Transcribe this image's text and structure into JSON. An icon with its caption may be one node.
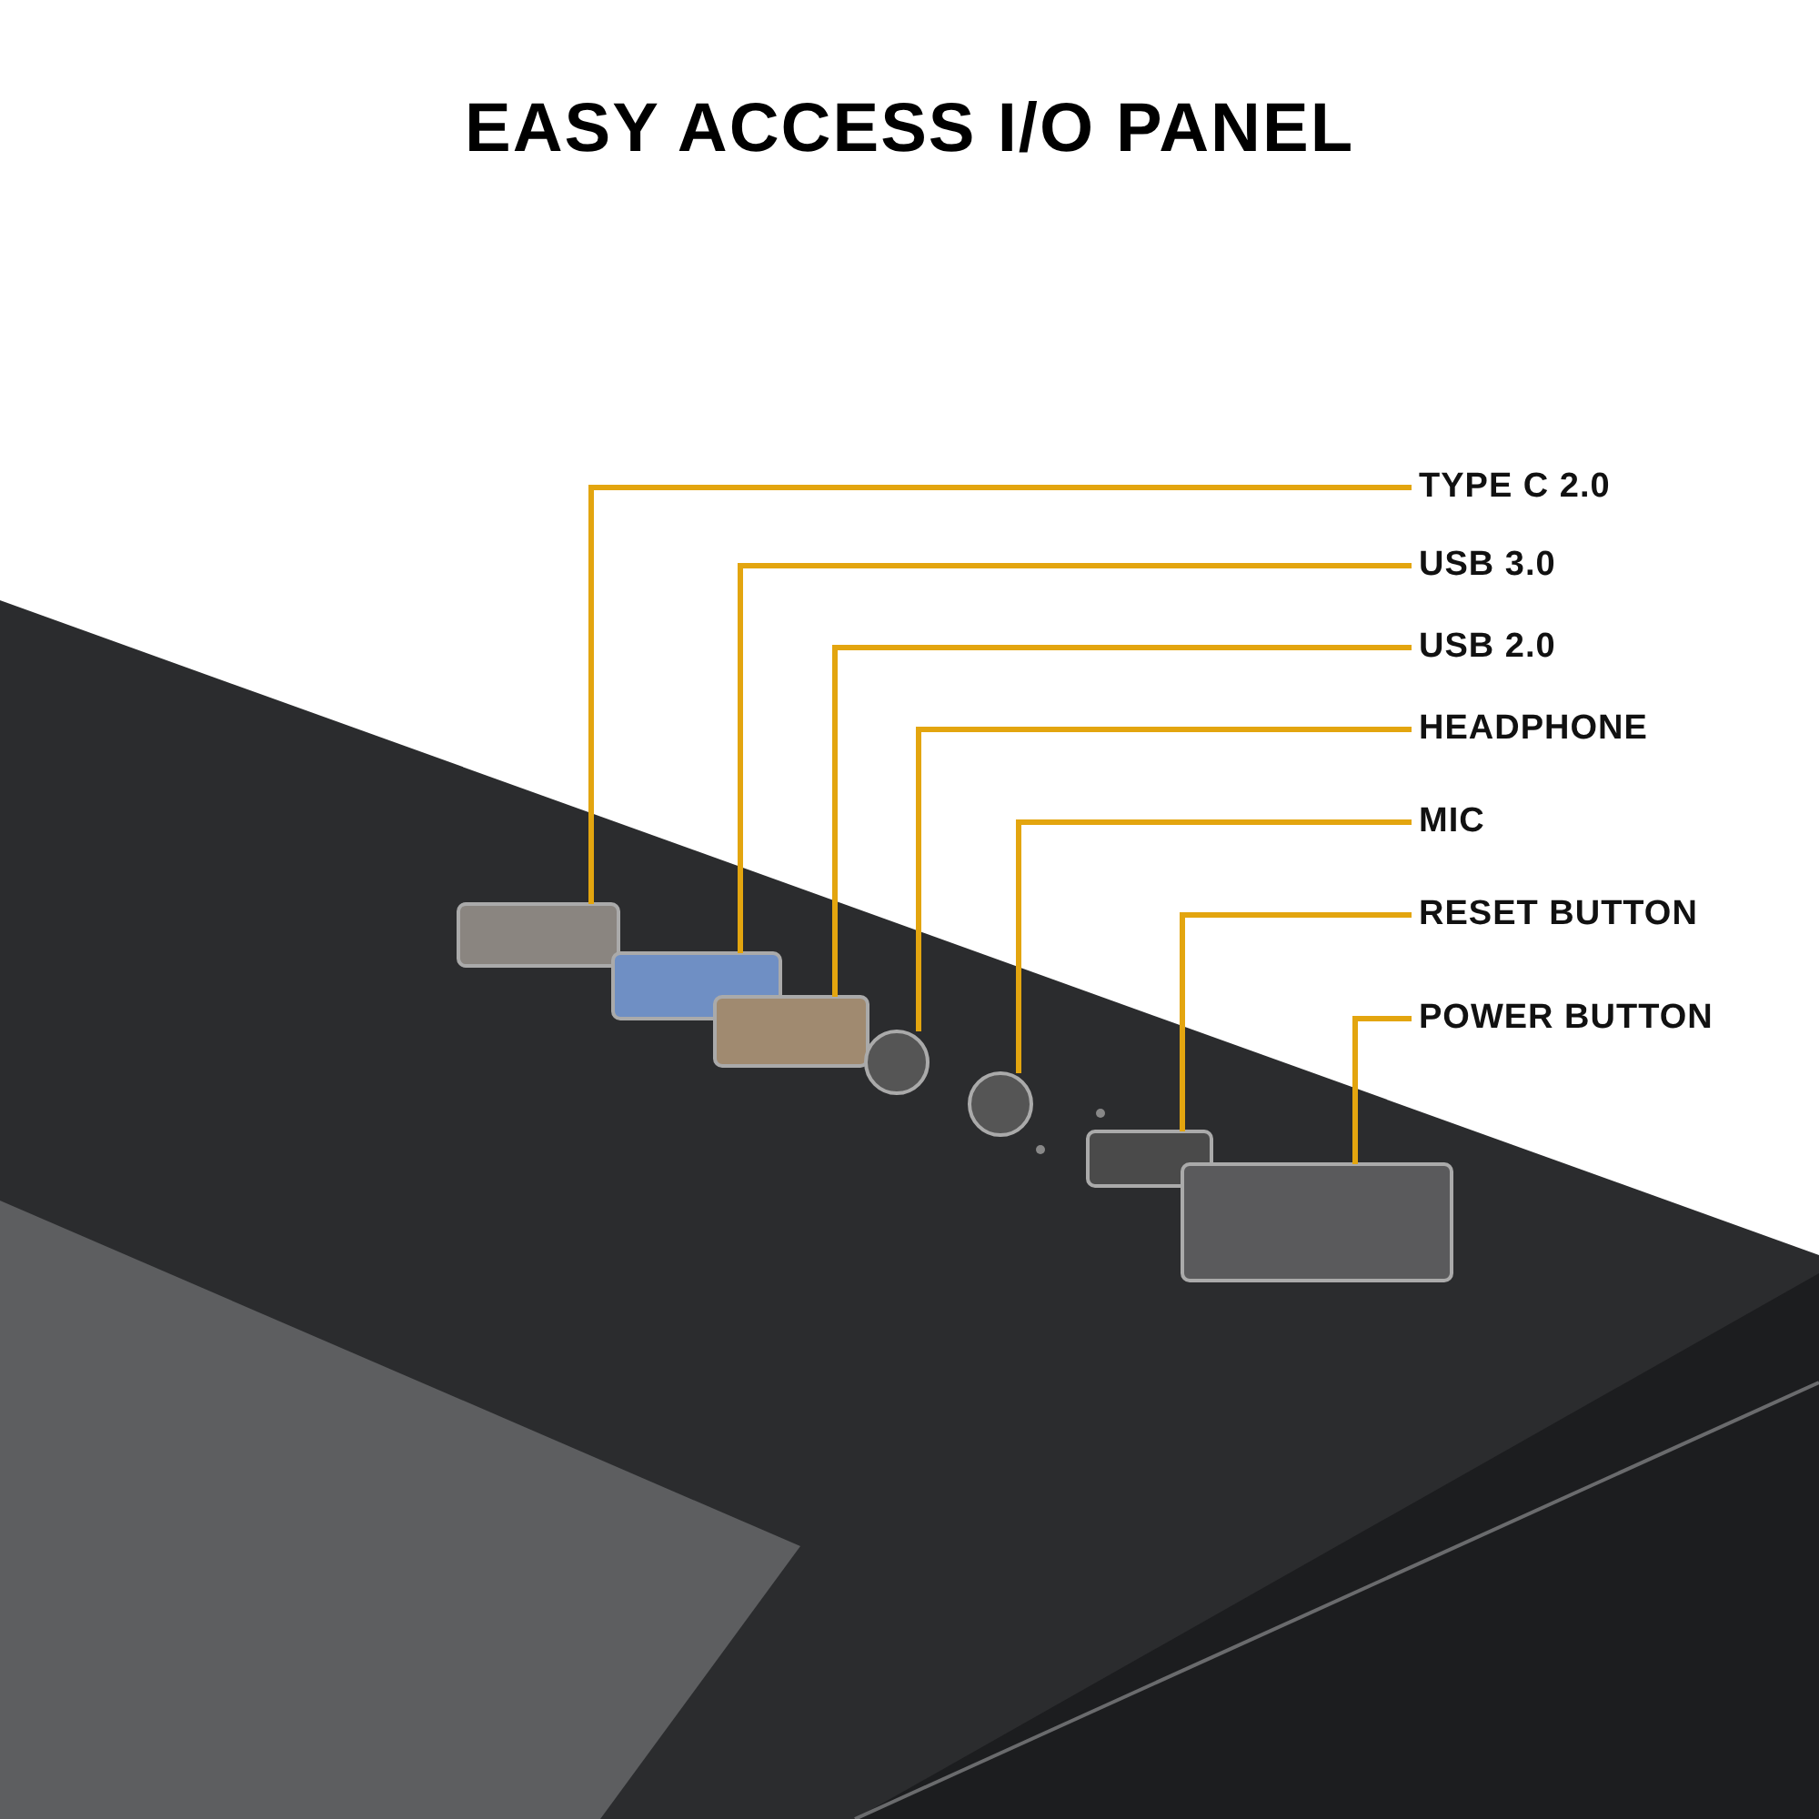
{
  "diagram": {
    "title": "EASY ACCESS I/O PANEL",
    "nodes": [
      {
        "text": [
          "TYPE C 2.0"
        ]
      },
      {
        "text": [
          "USB 3.0"
        ]
      },
      {
        "text": [
          "USB 2.0"
        ]
      },
      {
        "text": [
          "HEADPHONE"
        ]
      },
      {
        "text": [
          "MIC"
        ]
      },
      {
        "text": [
          "RESET BUTTON"
        ]
      },
      {
        "text": [
          "POWER BUTTON"
        ]
      },
      {
        "text": [],
        "shape": "box"
      },
      {
        "text": [],
        "shape": "box"
      },
      {
        "text": [],
        "shape": "box"
      },
      {
        "text": [],
        "shape": "circle"
      },
      {
        "text": [],
        "shape": "circle"
      },
      {
        "text": [],
        "shape": "box"
      },
      {
        "text": [],
        "shape": "box"
      }
    ],
    "edges": [
      {
        "from": 0,
        "to": 7,
        "arrow": "none"
      },
      {
        "from": 1,
        "to": 8,
        "arrow": "none"
      },
      {
        "from": 2,
        "to": 9,
        "arrow": "none"
      },
      {
        "from": 3,
        "to": 10,
        "arrow": "none"
      },
      {
        "from": 4,
        "to": 11,
        "arrow": "none"
      },
      {
        "from": 5,
        "to": 12,
        "arrow": "none"
      },
      {
        "from": 6,
        "to": 13,
        "arrow": "none"
      }
    ]
  }
}
